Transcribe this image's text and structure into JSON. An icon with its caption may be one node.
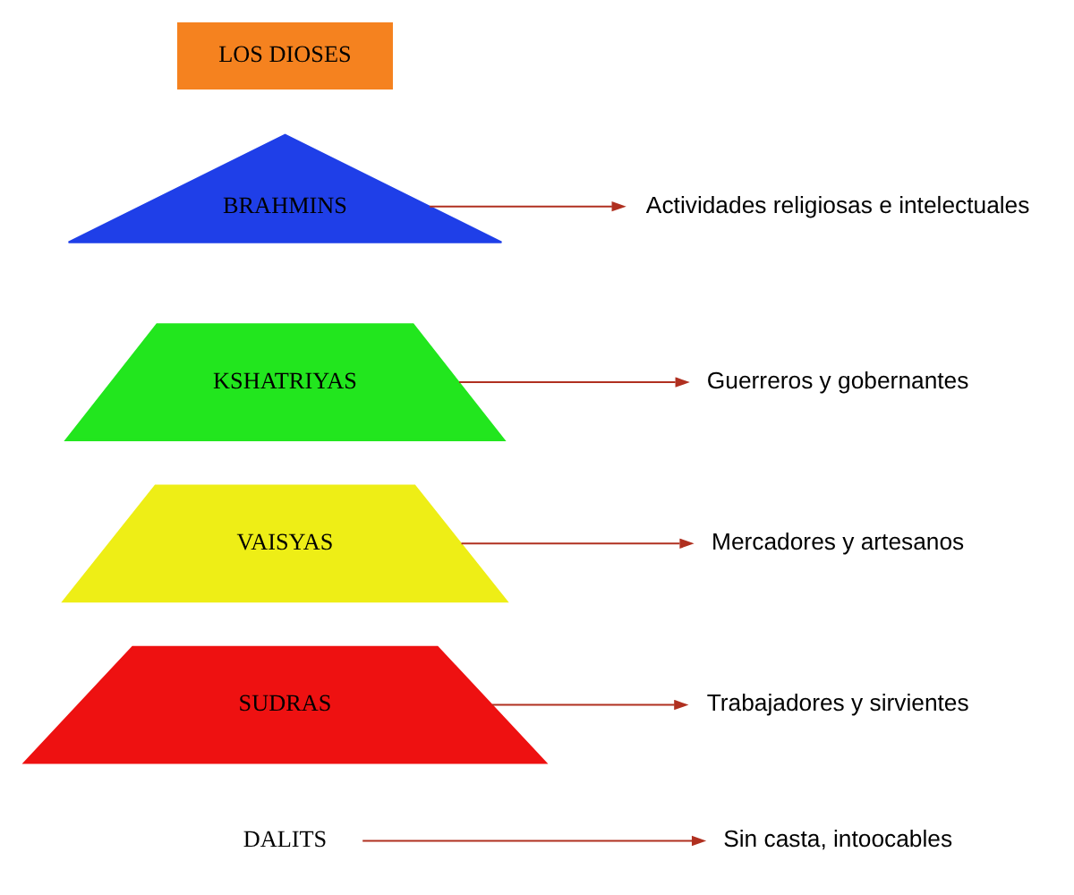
{
  "diagram": {
    "nodes": [
      {
        "text": [
          "LOS DIOSES"
        ]
      },
      {
        "text": [
          "BRAHMINS"
        ]
      },
      {
        "text": [
          "Actividades religiosas e intelectuales"
        ]
      },
      {
        "text": [
          "KSHATRIYAS"
        ]
      },
      {
        "text": [
          "Guerreros y gobernantes"
        ]
      },
      {
        "text": [
          "VAISYAS"
        ]
      },
      {
        "text": [
          "Mercadores y artesanos"
        ]
      },
      {
        "text": [
          "SUDRAS"
        ]
      },
      {
        "text": [
          "Trabajadores y sirvientes"
        ]
      },
      {
        "text": [
          "DALITS"
        ]
      },
      {
        "text": [
          "Sin casta, intoocables"
        ]
      }
    ],
    "edges": [
      {
        "from": 1,
        "to": 2,
        "arrow": "to"
      },
      {
        "from": 3,
        "to": 4,
        "arrow": "to"
      },
      {
        "from": 5,
        "to": 6,
        "arrow": "to"
      },
      {
        "from": 7,
        "to": 8,
        "arrow": "to"
      },
      {
        "from": 9,
        "to": 10,
        "arrow": "to"
      }
    ]
  }
}
